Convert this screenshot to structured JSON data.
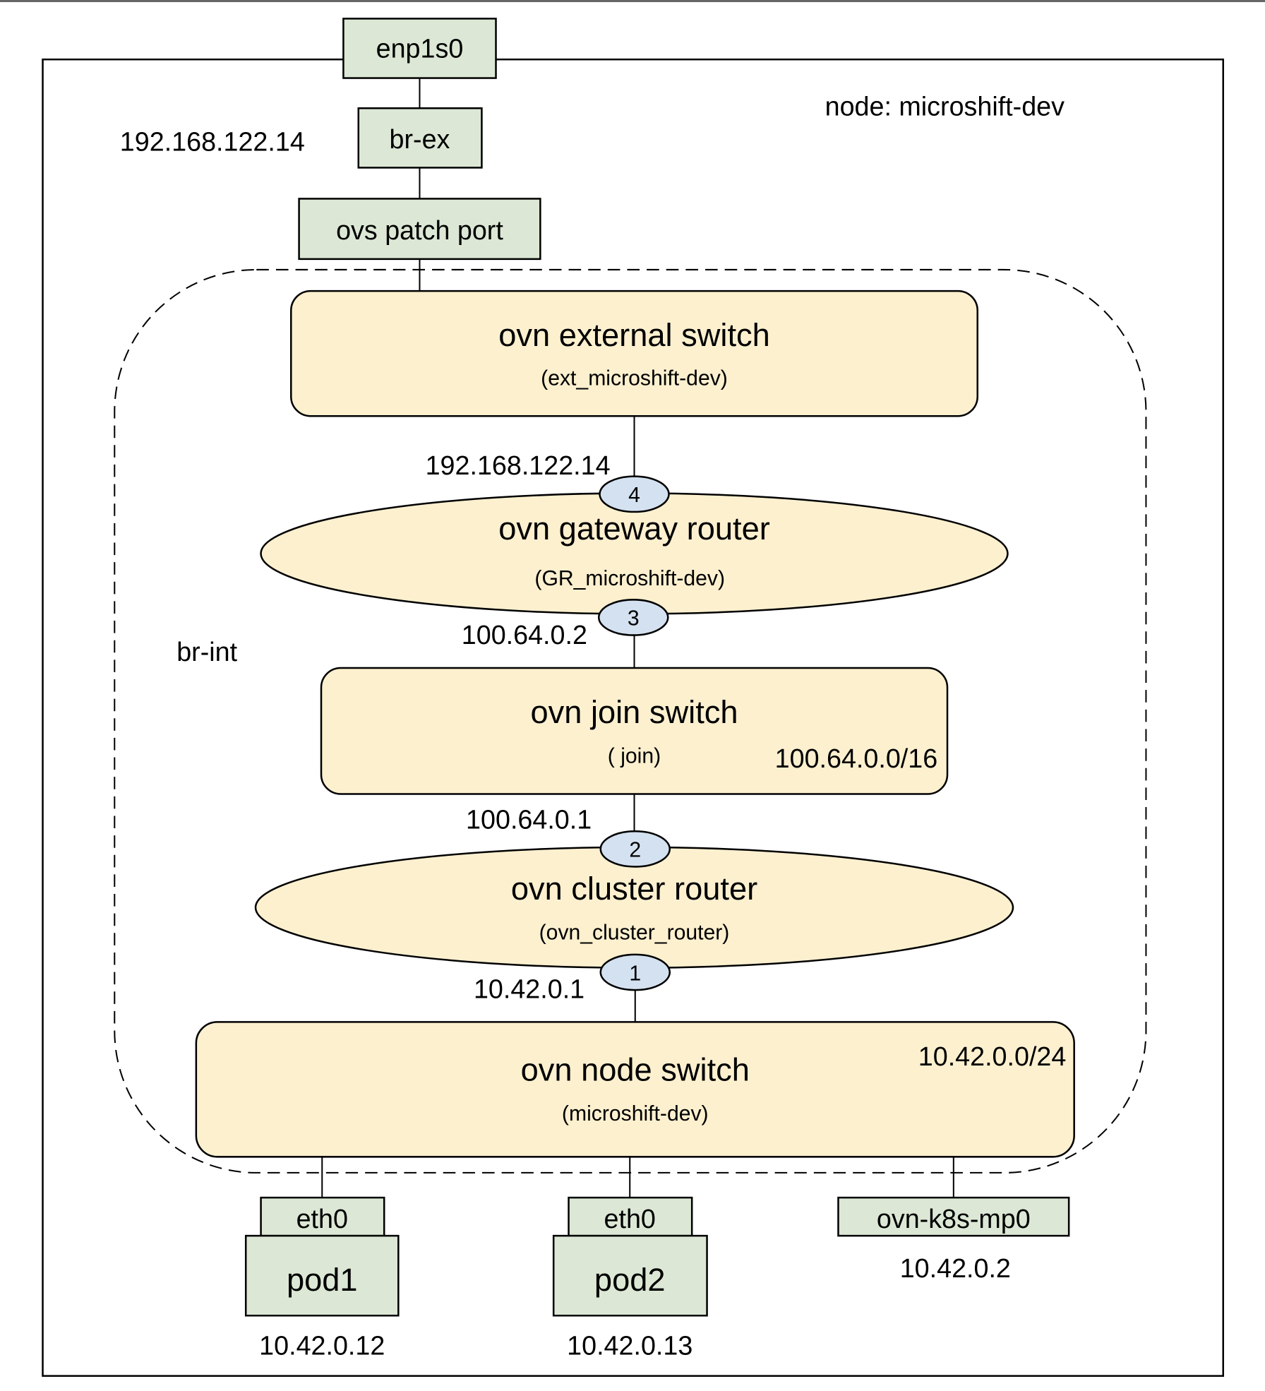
{
  "title": "OVN-Kubernetes networking topology on a MicroShift node",
  "node_label": "node: microshift-dev",
  "bridge_label": "br-int",
  "external": {
    "nic": "enp1s0",
    "bridge": "br-ex",
    "bridge_ip": "192.168.122.14",
    "patch_port": "ovs patch port"
  },
  "external_switch": {
    "title": "ovn external switch",
    "name": "(ext_microshift-dev)"
  },
  "gateway_router": {
    "title": "ovn gateway router",
    "name": "(GR_microshift-dev)",
    "port_top": {
      "number": "4",
      "ip": "192.168.122.14"
    },
    "port_bottom": {
      "number": "3",
      "ip": "100.64.0.2"
    }
  },
  "join_switch": {
    "title": "ovn join switch",
    "name": "( join)",
    "subnet": "100.64.0.0/16"
  },
  "cluster_router": {
    "title": "ovn cluster router",
    "name": "(ovn_cluster_router)",
    "port_top": {
      "number": "2",
      "ip": "100.64.0.1"
    },
    "port_bottom": {
      "number": "1",
      "ip": "10.42.0.1"
    }
  },
  "node_switch": {
    "title": "ovn node switch",
    "name": "(microshift-dev)",
    "subnet": "10.42.0.0/24"
  },
  "endpoints": [
    {
      "iface": "eth0",
      "name": "pod1",
      "ip": "10.42.0.12"
    },
    {
      "iface": "eth0",
      "name": "pod2",
      "ip": "10.42.0.13"
    },
    {
      "iface": "ovn-k8s-mp0",
      "name": "",
      "ip": "10.42.0.2"
    }
  ],
  "colors": {
    "interface_fill": "#dce8d5",
    "ovn_component_fill": "#fcf0cf",
    "port_fill": "#d4e1f0"
  }
}
